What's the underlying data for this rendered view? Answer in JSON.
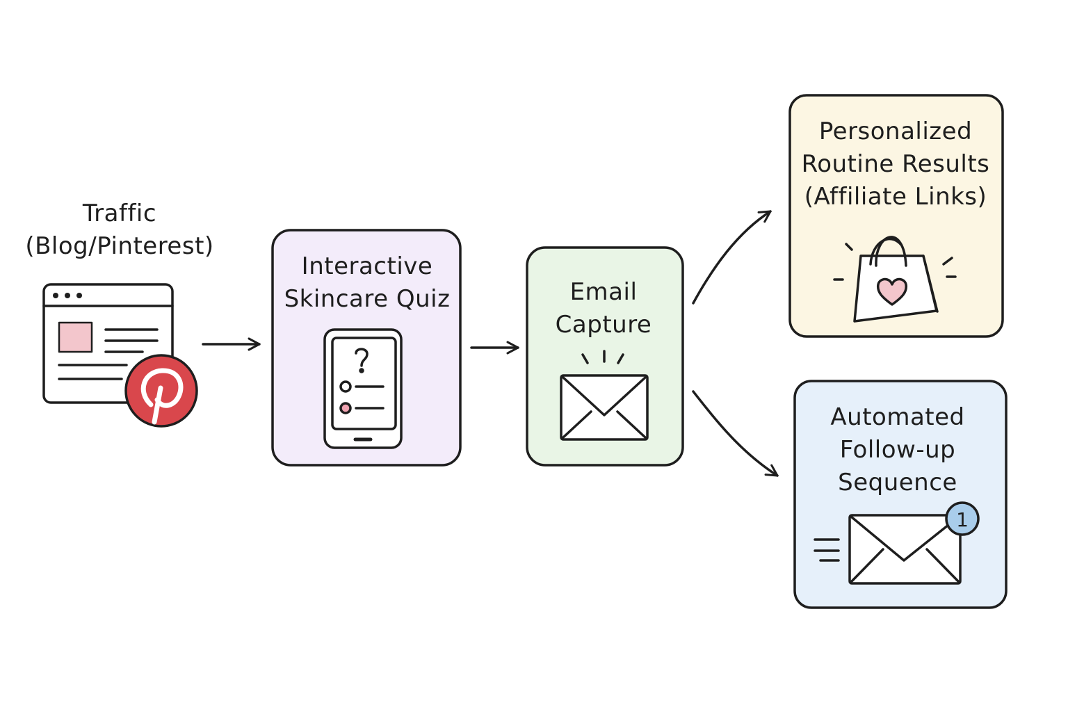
{
  "nodes": {
    "traffic": {
      "lines": [
        "Traffic",
        "(Blog/Pinterest)"
      ]
    },
    "quiz": {
      "lines": [
        "Interactive",
        "Skincare Quiz"
      ],
      "fill": "#f3ecfa"
    },
    "email": {
      "lines": [
        "Email",
        "Capture"
      ],
      "fill": "#e9f5e6"
    },
    "results": {
      "lines": [
        "Personalized",
        "Routine Results",
        "(Affiliate Links)"
      ],
      "fill": "#fcf6e3"
    },
    "followup": {
      "lines": [
        "Automated",
        "Follow-up",
        "Sequence"
      ],
      "fill": "#e6f0fa"
    }
  },
  "badge": {
    "count": "1",
    "color": "#a9cdeb"
  },
  "colors": {
    "ink": "#1e1e1e",
    "pinterest_red": "#d9474c",
    "pink": "#f3c6cc"
  },
  "icons": {
    "traffic": "browser-window-with-pinterest-icon",
    "quiz": "phone-quiz-icon",
    "email": "envelope-icon",
    "results": "shopping-bag-heart-icon",
    "followup": "envelope-notification-icon"
  }
}
